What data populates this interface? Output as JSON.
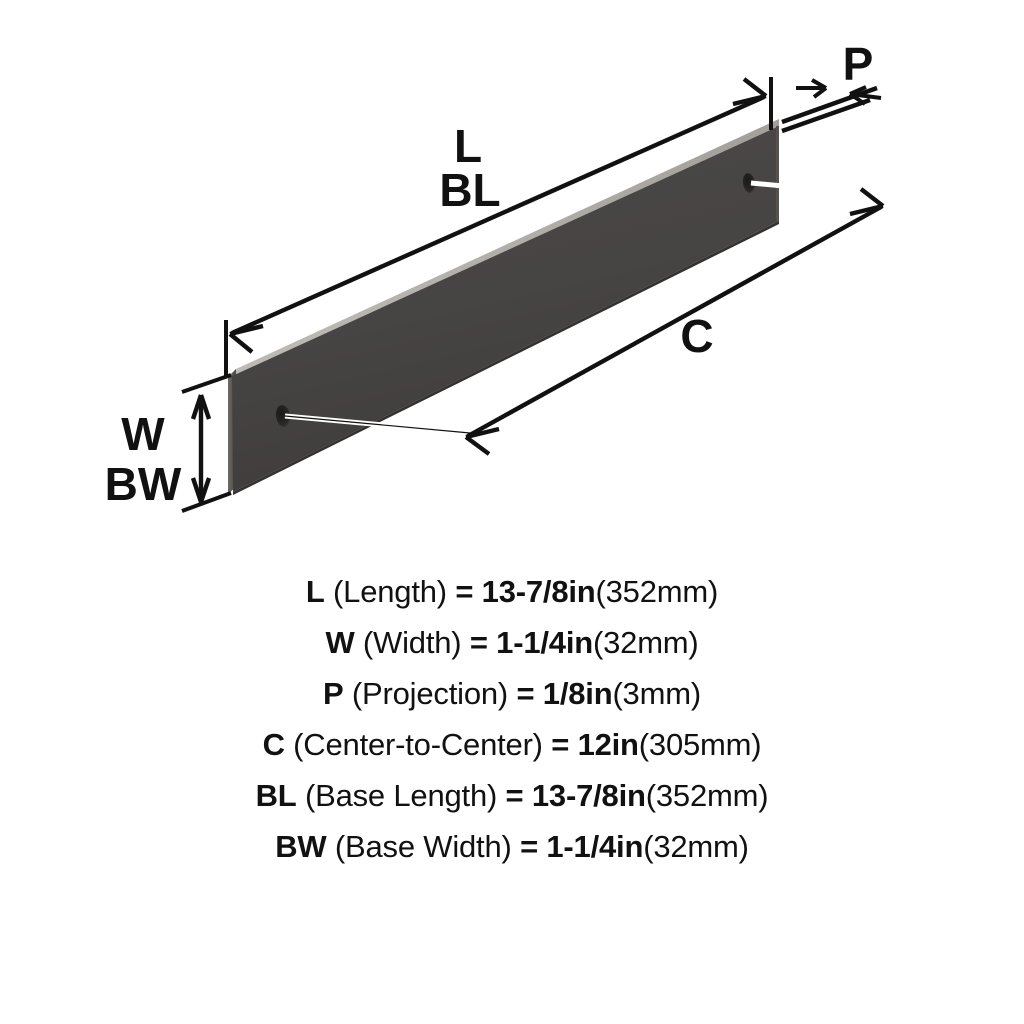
{
  "diagram": {
    "title": "Cabinet pull dimension diagram",
    "product_color_hex": "#474444",
    "bevel_color_hex": "#b9b5b0",
    "end_face_color_hex": "#8e8a86",
    "line_color_hex": "#111111",
    "background_hex": "#ffffff",
    "labels": {
      "length": "L",
      "base_length": "BL",
      "width": "W",
      "base_width": "BW",
      "projection": "P",
      "center_to_center": "C"
    }
  },
  "specs": [
    {
      "code": "L",
      "name": "(Length)",
      "equals": "=",
      "value_in": "13-7/8in",
      "value_mm": "(352mm)"
    },
    {
      "code": "W",
      "name": "(Width)",
      "equals": "=",
      "value_in": "1-1/4in",
      "value_mm": "(32mm)"
    },
    {
      "code": "P",
      "name": "(Projection)",
      "equals": "=",
      "value_in": "1/8in",
      "value_mm": "(3mm)"
    },
    {
      "code": "C",
      "name": "(Center-to-Center)",
      "equals": "=",
      "value_in": "12in",
      "value_mm": "(305mm)"
    },
    {
      "code": "BL",
      "name": "(Base Length)",
      "equals": "=",
      "value_in": "13-7/8in",
      "value_mm": "(352mm)"
    },
    {
      "code": "BW",
      "name": "(Base Width)",
      "equals": "=",
      "value_in": "1-1/4in",
      "value_mm": "(32mm)"
    }
  ]
}
